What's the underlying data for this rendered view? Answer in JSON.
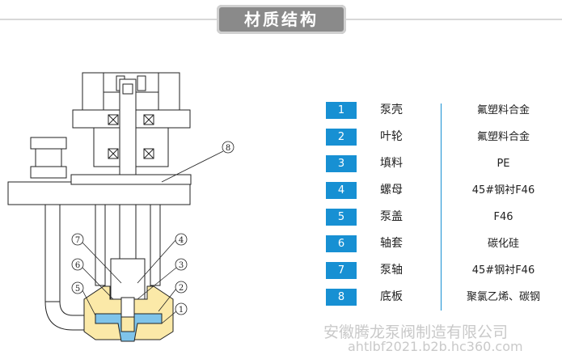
{
  "header": {
    "title": "材质结构"
  },
  "diagram": {
    "callouts": [
      "1",
      "2",
      "3",
      "4",
      "5",
      "6",
      "7",
      "8"
    ]
  },
  "parts": [
    {
      "num": "1",
      "name": "泵壳",
      "material": "氟塑料合金"
    },
    {
      "num": "2",
      "name": "叶轮",
      "material": "氟塑料合金"
    },
    {
      "num": "3",
      "name": "填料",
      "material": "PE"
    },
    {
      "num": "4",
      "name": "螺母",
      "material": "45#钢衬F46"
    },
    {
      "num": "5",
      "name": "泵盖",
      "material": "F46"
    },
    {
      "num": "6",
      "name": "轴套",
      "material": "碳化硅"
    },
    {
      "num": "7",
      "name": "泵轴",
      "material": "45#钢衬F46"
    },
    {
      "num": "8",
      "name": "底板",
      "material": "聚氯乙烯、碳钢"
    }
  ],
  "watermark": {
    "company": "安徽腾龙泵阀制造有限公司",
    "url": "ahtlbf2021.b2b.hc360.com"
  },
  "colors": {
    "accent": "#1790d3",
    "header_bg": "#8a8a8a",
    "casing": "#fbe9a8",
    "impeller": "#7fc4ea"
  }
}
